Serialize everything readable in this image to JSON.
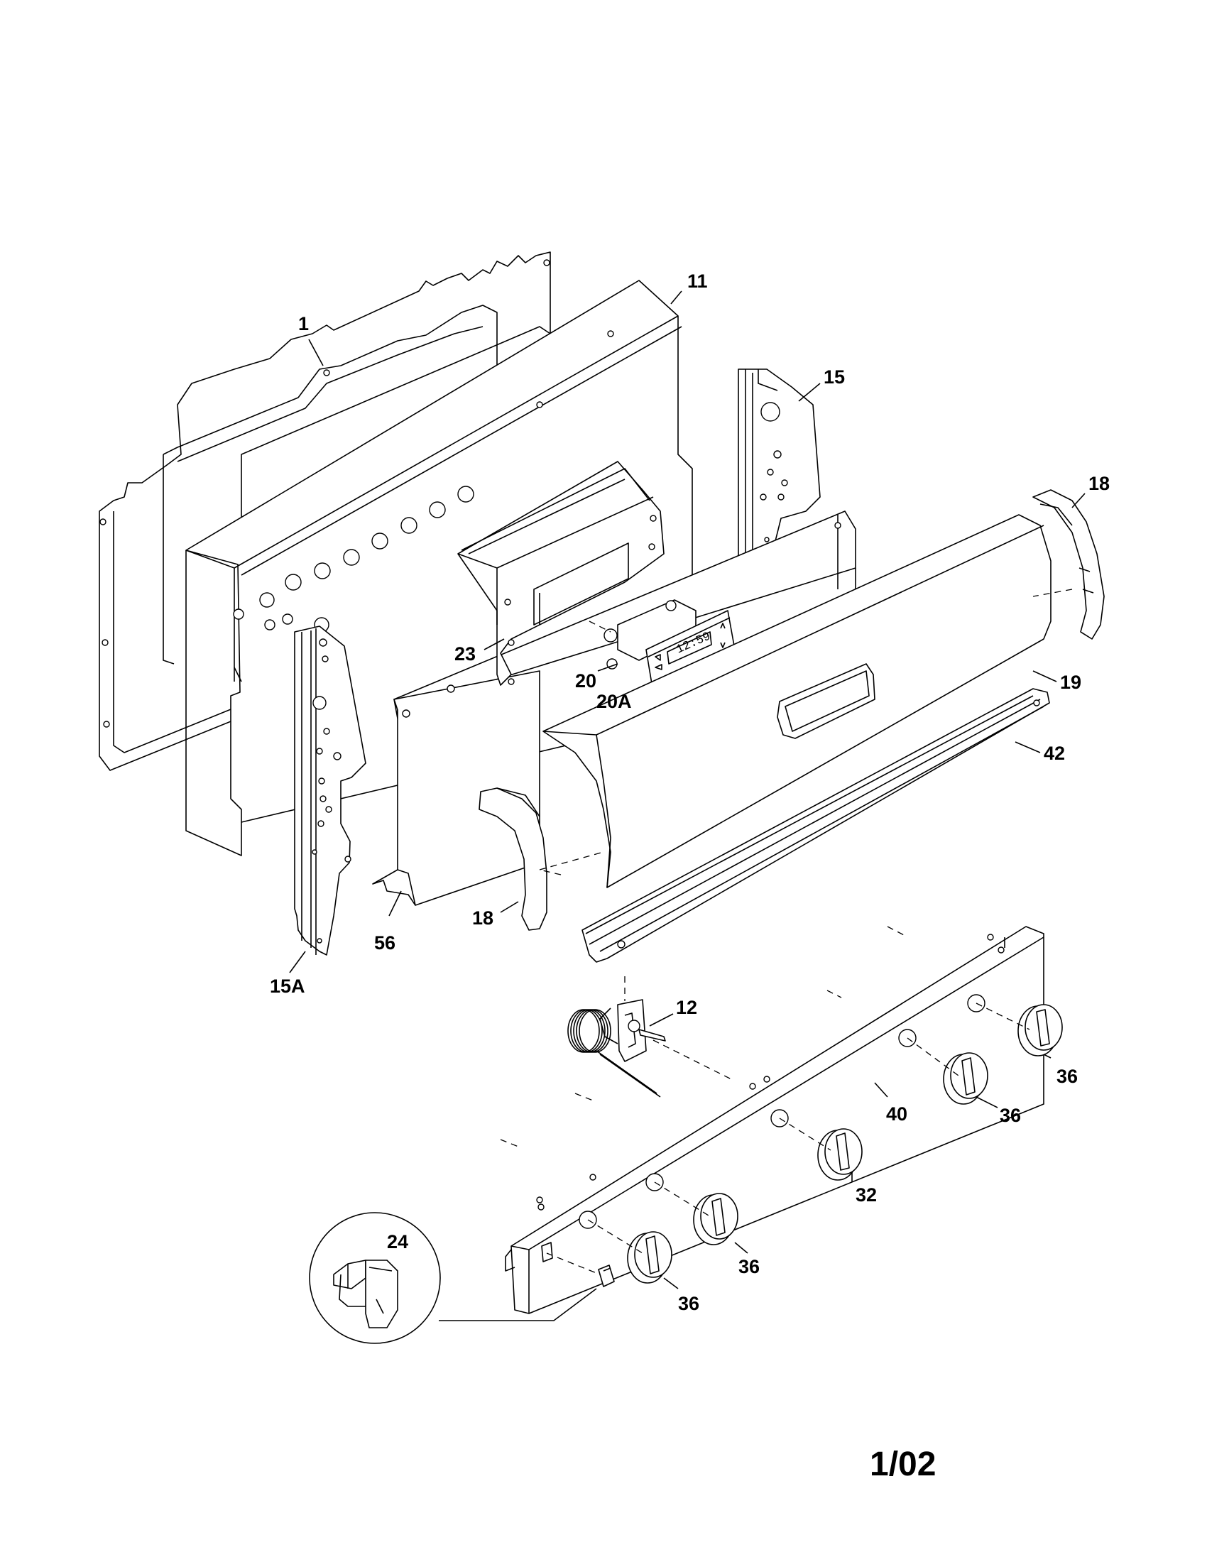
{
  "diagram": {
    "page_number": "1/02",
    "clock_display": "12:59",
    "callouts": [
      {
        "id": "c1",
        "text": "1"
      },
      {
        "id": "c11",
        "text": "11"
      },
      {
        "id": "c15",
        "text": "15"
      },
      {
        "id": "c18a",
        "text": "18"
      },
      {
        "id": "c23",
        "text": "23"
      },
      {
        "id": "c20",
        "text": "20"
      },
      {
        "id": "c20a",
        "text": "20A"
      },
      {
        "id": "c19",
        "text": "19"
      },
      {
        "id": "c42",
        "text": "42"
      },
      {
        "id": "c56",
        "text": "56"
      },
      {
        "id": "c18b",
        "text": "18"
      },
      {
        "id": "c15a",
        "text": "15A"
      },
      {
        "id": "c12",
        "text": "12"
      },
      {
        "id": "c36a",
        "text": "36"
      },
      {
        "id": "c36b",
        "text": "36"
      },
      {
        "id": "c40",
        "text": "40"
      },
      {
        "id": "c32",
        "text": "32"
      },
      {
        "id": "c36c",
        "text": "36"
      },
      {
        "id": "c36d",
        "text": "36"
      },
      {
        "id": "c24",
        "text": "24"
      }
    ]
  }
}
